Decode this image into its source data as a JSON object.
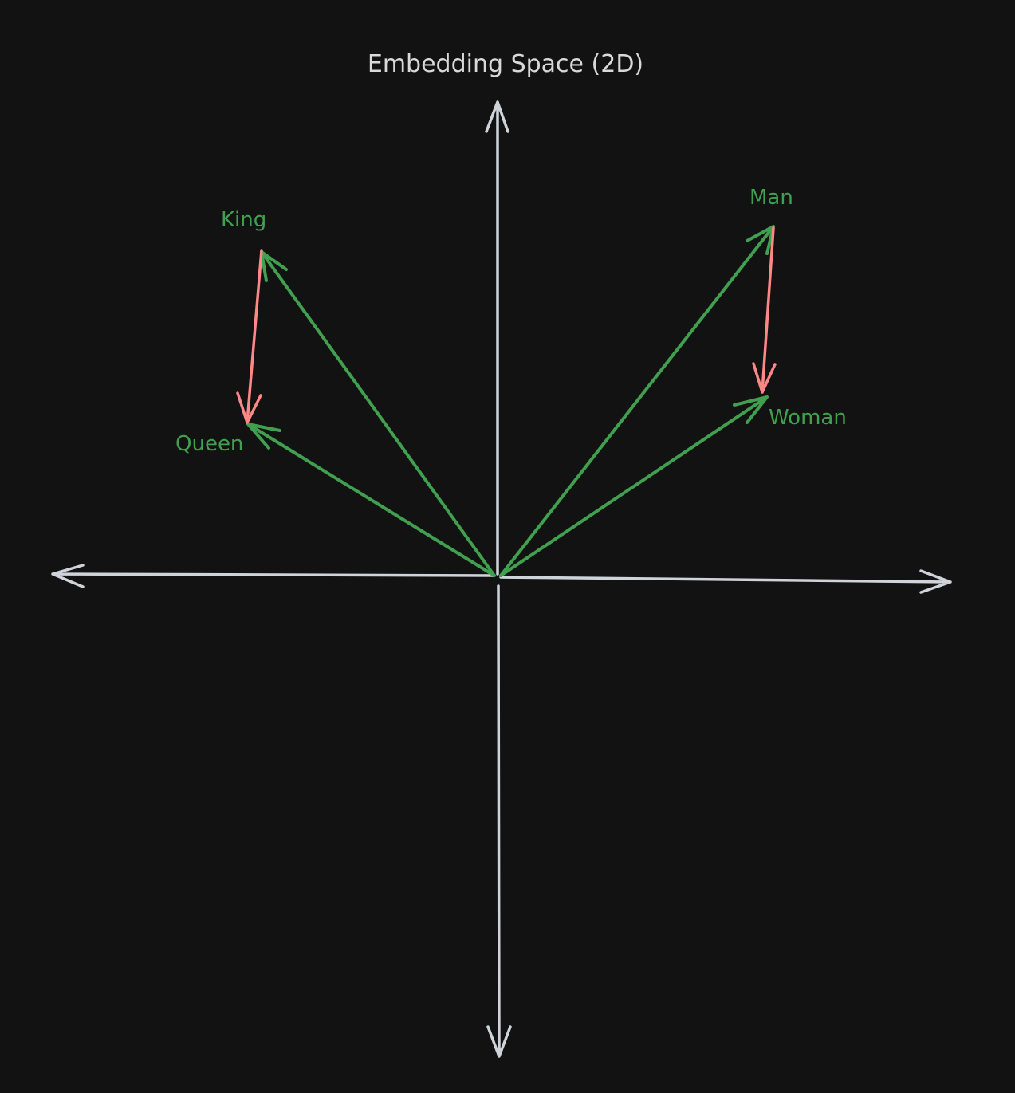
{
  "title": "Embedding Space (2D)",
  "colors": {
    "background": "#121212",
    "axis": "#ced4da",
    "word_vector": "#40a04f",
    "difference_vector": "#ff8787",
    "label": "#40a04f",
    "title": "#d9d9d9"
  },
  "words": [
    {
      "label": "King"
    },
    {
      "label": "Queen"
    },
    {
      "label": "Man"
    },
    {
      "label": "Woman"
    }
  ],
  "difference_vectors": [
    {
      "from": "King",
      "to": "Queen"
    },
    {
      "from": "Man",
      "to": "Woman"
    }
  ]
}
